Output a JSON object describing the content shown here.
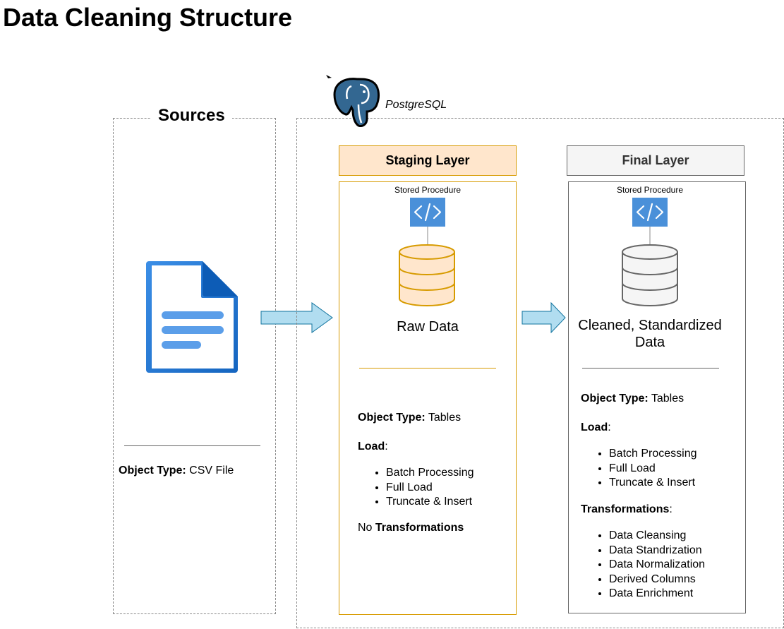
{
  "title": "Data Cleaning Structure",
  "sources": {
    "title": "Sources",
    "object_type_label": "Object Type:",
    "object_type_value": " CSV File"
  },
  "database": {
    "label": "PostgreSQL",
    "icon": "postgresql-elephant-icon"
  },
  "staging": {
    "header": "Staging Layer",
    "stored_procedure": "Stored Procedure",
    "data_label": "Raw Data",
    "object_type_label": "Object Type:",
    "object_type_value": " Tables",
    "load_label": "Load",
    "load_suffix": ":",
    "load_items": [
      "Batch Processing",
      "Full Load",
      "Truncate & Insert"
    ],
    "no_prefix": "No ",
    "transformations_label": "Transformations",
    "colors": {
      "fill": "#ffe6cc",
      "stroke": "#d79b00"
    }
  },
  "final": {
    "header": "Final Layer",
    "stored_procedure": "Stored Procedure",
    "data_label_line1": "Cleaned, Standardized",
    "data_label_line2": "Data",
    "object_type_label": "Object Type:",
    "object_type_value": " Tables",
    "load_label": "Load",
    "load_suffix": ":",
    "load_items": [
      "Batch Processing",
      "Full Load",
      "Truncate & Insert"
    ],
    "transformations_label": "Transformations",
    "transformations_suffix": ":",
    "transformation_items": [
      "Data Cleansing",
      "Data Standrization",
      "Data Normalization",
      "Derived Columns",
      "Data Enrichment"
    ],
    "colors": {
      "fill": "#f5f5f5",
      "stroke": "#666666"
    }
  }
}
